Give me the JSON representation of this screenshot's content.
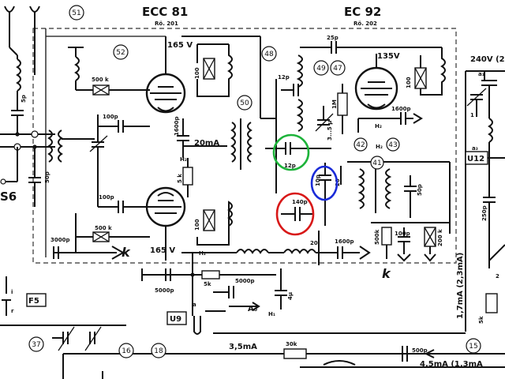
{
  "tubes": {
    "left_name": "ECC 81",
    "left_part": "Rö. 201",
    "right_name": "EC 92",
    "right_part": "Rö. 202"
  },
  "voltages": {
    "v165_top": "165 V",
    "v165_bottom": "165 V",
    "v135": "135V",
    "v240": "240V (2"
  },
  "currents": {
    "ma20": "20mA",
    "ma3_5": "3,5mA",
    "ma4_5": "4,5mA (1,3mA",
    "ma1_7": "1,7mA (2,3mA)"
  },
  "refs": {
    "r51": "51",
    "r52": "52",
    "r48": "48",
    "r49": "49",
    "r47": "47",
    "r50": "50",
    "r42": "42",
    "r43": "43",
    "r41": "41",
    "r37": "37",
    "r16": "16",
    "r18": "18",
    "r15": "15"
  },
  "boxes": {
    "u9": "U9",
    "u12": "U12",
    "s6": "S6",
    "f5": "F5"
  },
  "components": {
    "c25p": "25p",
    "c12p_a": "12p",
    "c12p_b": "12p",
    "c1600p_a": "1600p",
    "c1600p_b": "1600p",
    "c1600p_c": "1600p",
    "c100p_a": "100p",
    "c100p_b": "100p",
    "c100p_c": "100p",
    "c50p_a": "50p",
    "c50p_b": "50p",
    "c3000p": "3000p",
    "c5000p_a": "5000p",
    "c5000p_b": "5000p",
    "c500p": "500p",
    "c140p": "140p",
    "c10p": "10p",
    "c20": "20",
    "c250p": "250p",
    "c4u": "4µ",
    "c3_5u": "3...5 µ",
    "r500k_a": "500 k",
    "r500k_b": "500 k",
    "r500k_c": "500k",
    "r100_a": "100",
    "r100_b": "100",
    "r100_c": "100",
    "r5k_a": "5 k",
    "r5k_b": "5k",
    "r5k_c": "5k",
    "r30k": "30k",
    "r1m": "1M",
    "r200k": "200 k",
    "r20": "20",
    "r2": "2",
    "lbl_k1": "k",
    "lbl_k2": "k",
    "lbl_h2_a": "H₂",
    "lbl_h2_b": "H₂",
    "lbl_h2_c": "H₂",
    "lbl_h1": "H₁",
    "lbl_a0": "A₀",
    "lbl_a": "a",
    "lbl_a1": "a₁",
    "lbl_a3": "a₃",
    "lbl_1": "1",
    "lbl_r": "r",
    "lbl_i": "i"
  },
  "highlights": {
    "green": "#1db33a",
    "blue": "#1a2bd8",
    "red": "#d81818"
  }
}
